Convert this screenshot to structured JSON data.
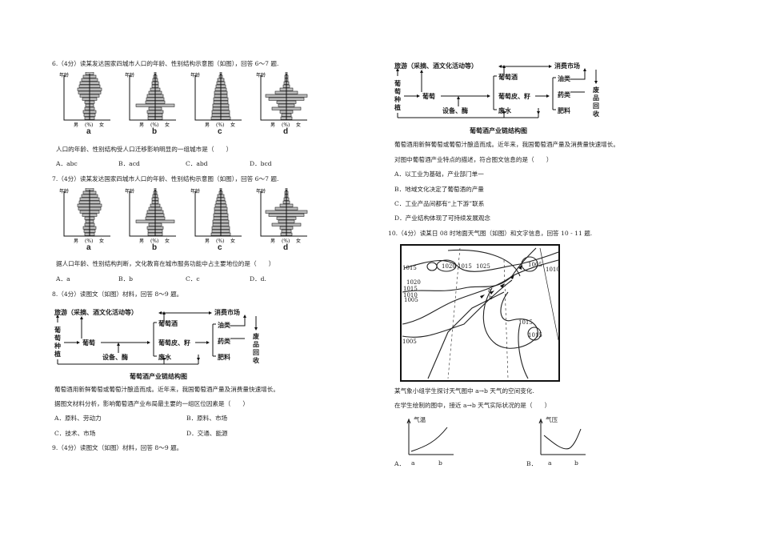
{
  "q6": {
    "stem": "6.（4分）读某发达国家四城市人口的年龄、性别结构示意图（如图），回答 6～7 题.",
    "figure_labels": [
      "a",
      "b",
      "c",
      "d"
    ],
    "axis_y": "年龄",
    "axis_x": [
      "男",
      "(%)",
      "女"
    ],
    "question": "人口的年龄、性别结构受人口迁移影响明显的一组城市是（　　）",
    "options": [
      "A．abc",
      "B．acd",
      "C．abd",
      "D．bcd"
    ]
  },
  "q7": {
    "stem": "7.（4分）读某发达国家四城市人口的年龄、性别结构示意图（如图），回答 6～7 题.",
    "figure_labels": [
      "a",
      "b",
      "c",
      "d"
    ],
    "question": "据人口年龄、性别结构判断，文化教育在城市服务功能中占主要地位的是（　　）",
    "options": [
      "A．a",
      "B．b",
      "C．c",
      "D．d."
    ]
  },
  "flow": {
    "tourism": "旅游（采摘、酒文化活动等）",
    "market": "消费市场",
    "planting": [
      "葡",
      "萄",
      "种",
      "植"
    ],
    "grape": "葡萄",
    "equipment": "设备、酶",
    "wine": "葡萄酒",
    "skin": "葡萄皮、籽",
    "waste": "废水",
    "oil": "油类",
    "medicine": "药类",
    "fertilizer": "肥料",
    "recycle": [
      "废",
      "品",
      "回",
      "收"
    ],
    "caption": "葡萄酒产业链结构图"
  },
  "q8": {
    "stem": "8.（4分）读图文（如图）材料，回答 8～9 题。",
    "text": "葡萄酒用新鲜葡萄或葡萄汁酿造而成。近年来，我国葡萄酒产量及消费量快速增长。",
    "question": "据图文材料分析，影响葡萄酒产业布局最主要的一组区位因素是（　　）",
    "options": [
      "A．原料、劳动力",
      "B．原料、市场",
      "C．技术、市场",
      "D．交通、能源"
    ]
  },
  "q9": {
    "stem": "9.（4分）读图文（如图）材料，回答 8～9 题。",
    "text": "葡萄酒用新鲜葡萄或葡萄汁酿造而成。近年来，我国葡萄酒产量及消费量快速增长。",
    "question": "对图中葡萄酒产业特点的描述，符合图文信息的是（　　）",
    "options": [
      "A．以工业为基础，产业部门单一",
      "B．地域文化决定了葡萄酒的产量",
      "C．工业产品间都有“上下游”联系",
      "D．产业结构体现了可持续发展观念"
    ]
  },
  "q10": {
    "stem": "10.（4分）读某日 08 时地面天气图（如图）和文字信息，回答 10 - 11 题.",
    "map_labels": [
      "1015",
      "1020",
      "1020",
      "1015",
      "1025",
      "1015",
      "1010",
      "1005",
      "1005",
      "1010",
      "1015",
      "1015",
      "1005",
      "a",
      "b"
    ],
    "text1": "某气象小组学生探讨天气图中 a→b 天气的空间变化.",
    "question": "在学生绘制的图中，接近 a→b 天气实际状况的是（　　）",
    "options": [
      {
        "letter": "A．",
        "ylabel": "气温",
        "x": [
          "a",
          "b"
        ]
      },
      {
        "letter": "B．",
        "ylabel": "气压",
        "x": [
          "a",
          "b"
        ]
      }
    ]
  }
}
